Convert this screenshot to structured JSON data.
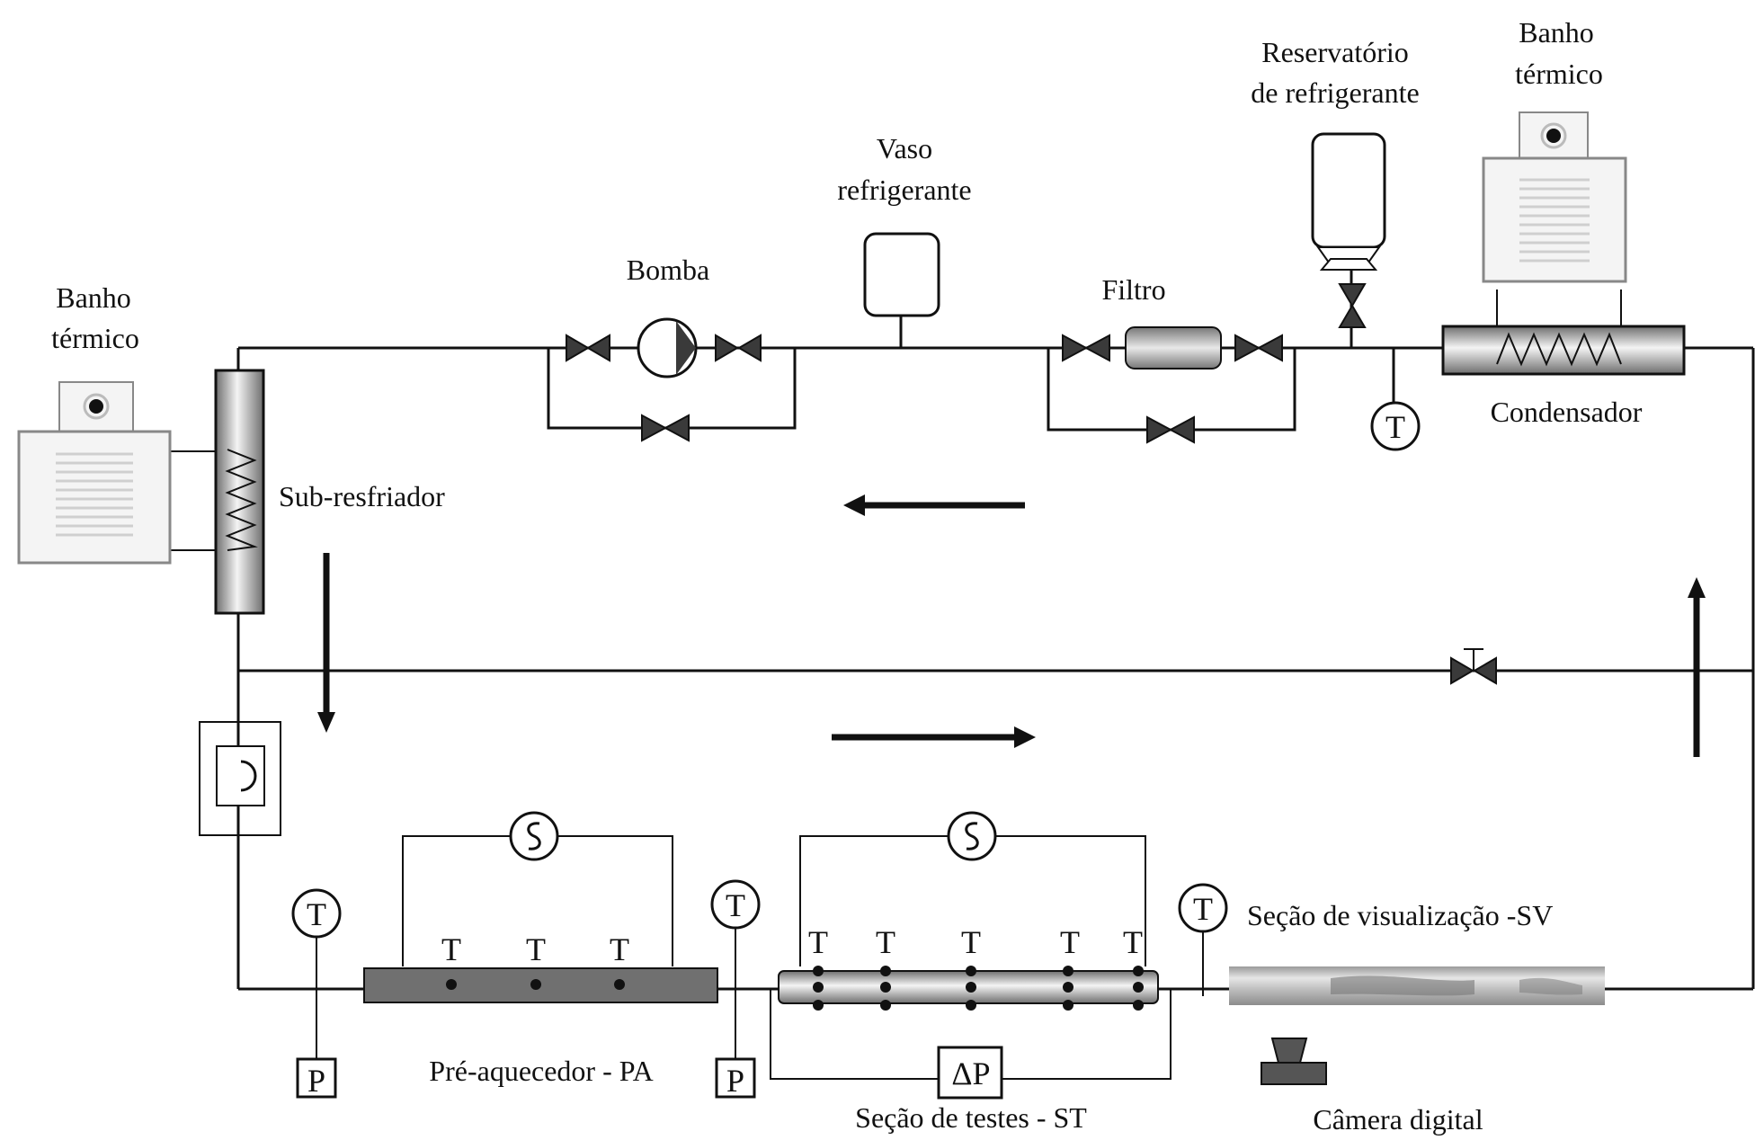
{
  "labels": {
    "banho_left_1": "Banho",
    "banho_left_2": "térmico",
    "sub_resfriador": "Sub-resfriador",
    "bomba": "Bomba",
    "vaso_1": "Vaso",
    "vaso_2": "refrigerante",
    "filtro": "Filtro",
    "reservatorio_1": "Reservatório",
    "reservatorio_2": "de refrigerante",
    "banho_right_1": "Banho",
    "banho_right_2": "térmico",
    "condensador": "Condensador",
    "pre_aquecedor": "Pré-aquecedor - PA",
    "secao_testes": "Seção de testes - ST",
    "secao_visualizacao": "Seção de visualização -SV",
    "camera": "Câmera digital"
  },
  "symbols": {
    "temperature": "T",
    "pressure": "P",
    "diff_pressure": "ΔP"
  },
  "colors": {
    "line": "#111111",
    "heater_fill": "#707070",
    "tube_light": "#f2f2f2",
    "tube_dark": "#8a8a8a",
    "valve_fill": "#3a3a3a",
    "bath_body": "#f4f4f4",
    "bath_stripes": "#d0d0d0"
  },
  "icons": [
    "thermal-bath-icon",
    "heat-exchanger-icon",
    "pump-icon",
    "valve-icon",
    "filter-icon",
    "vessel-icon",
    "reservoir-icon",
    "thermocouple-icon",
    "pressure-gauge-icon",
    "power-source-icon",
    "flow-arrow-icon",
    "camera-icon"
  ]
}
